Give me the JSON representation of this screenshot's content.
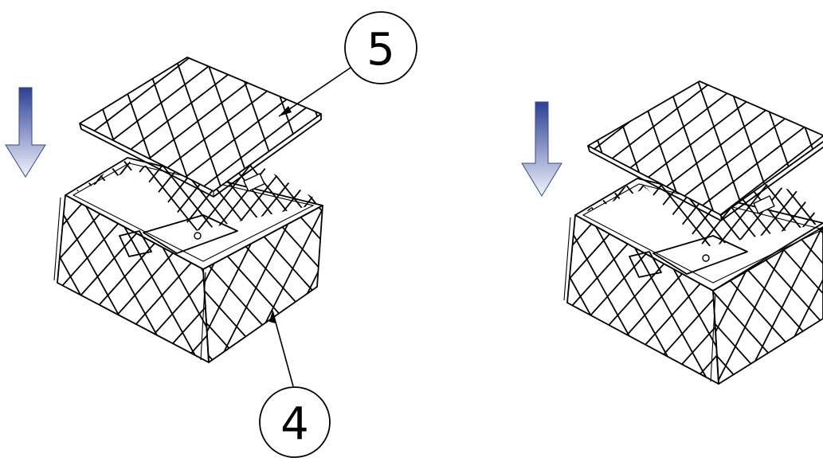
{
  "callouts": {
    "lid_number": "5",
    "body_number": "4"
  },
  "arrow_color_top": "#2b3f95",
  "arrow_color_bottom": "#f2f4fb",
  "steps": [
    {
      "state": "lid-above-box"
    },
    {
      "state": "lid-lowered-onto-box"
    }
  ]
}
